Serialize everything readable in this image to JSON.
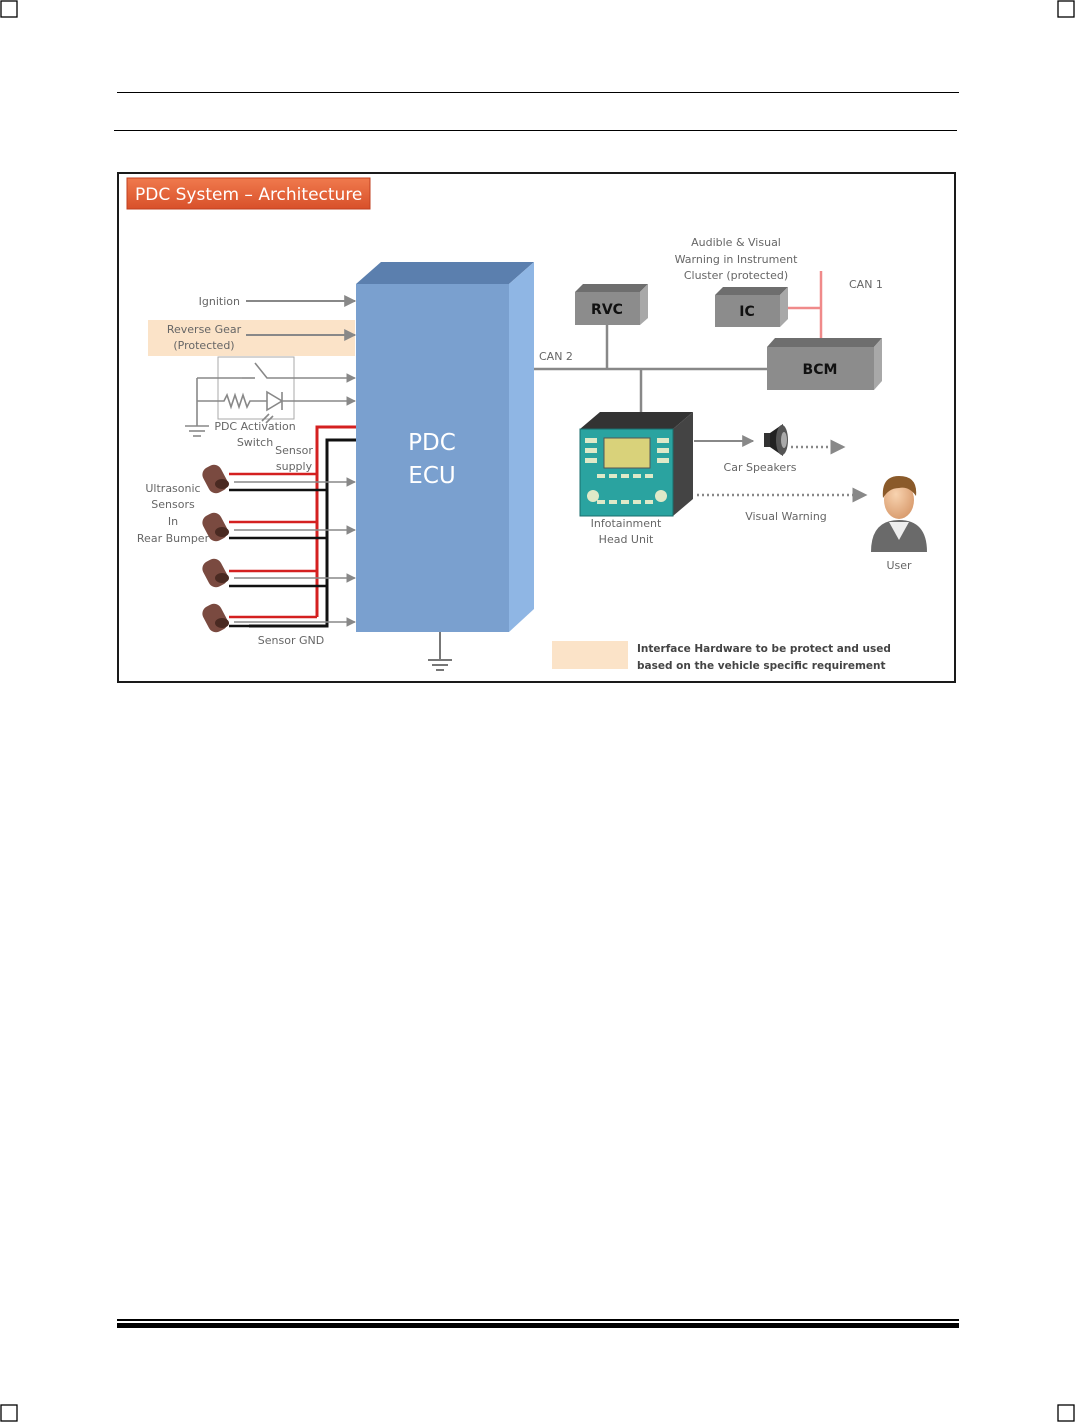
{
  "diagram": {
    "title": "PDC System – Architecture",
    "ecu": {
      "line1": "PDC",
      "line2": "ECU"
    },
    "inputs": {
      "ignition": "Ignition",
      "reverse_gear_line1": "Reverse Gear",
      "reverse_gear_line2": "(Protected)",
      "activation_switch_line1": "PDC Activation",
      "activation_switch_line2": "Switch"
    },
    "sensor_supply_line1": "Sensor",
    "sensor_supply_line2": "supply",
    "sensor_gnd": "Sensor GND",
    "sensors_label": [
      "Ultrasonic",
      "Sensors",
      "In",
      "Rear Bumper"
    ],
    "bus": {
      "can2": "CAN 2",
      "can1": "CAN 1"
    },
    "modules": {
      "rvc": "RVC",
      "ic": "IC",
      "bcm": "BCM"
    },
    "ic_note": [
      "Audible & Visual",
      "Warning in Instrument",
      "Cluster (protected)"
    ],
    "head_unit_line1": "Infotainment",
    "head_unit_line2": "Head Unit",
    "car_speakers": "Car Speakers",
    "visual_warning": "Visual Warning",
    "user": "User",
    "legend_line1": "Interface Hardware to be protect and used",
    "legend_line2": "based on the vehicle specific requirement"
  },
  "colors": {
    "ecu": "#7aa0cf",
    "title_box": "#e8623a",
    "protected_fill": "#fbe3c8",
    "module_grey": "#8c8c8c",
    "supply_red": "#d42020",
    "can1_pink": "#f08a8a",
    "head_unit_teal": "#2aa3a0"
  }
}
